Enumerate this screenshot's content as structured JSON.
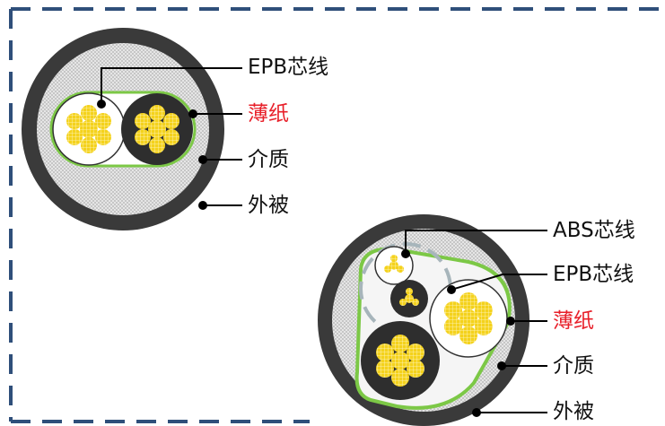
{
  "colors": {
    "frame": "#2f4f7a",
    "sheath": "#3a3a3a",
    "filler": "#e2e2e2",
    "paper": "#7cc846",
    "conductor": "#f2d21e",
    "black_core": "#2e2e2e",
    "label": "#111111",
    "paper_label": "#e8202a",
    "shield": "#a7b5bb"
  },
  "cable_epb": {
    "labels": {
      "epb_core": "EPB芯线",
      "paper": "薄纸",
      "medium": "介质",
      "outer_sheath": "外被"
    }
  },
  "cable_combo": {
    "labels": {
      "abs_core": "ABS芯线",
      "epb_core": "EPB芯线",
      "paper": "薄纸",
      "medium": "介质",
      "outer_sheath": "外被"
    }
  }
}
